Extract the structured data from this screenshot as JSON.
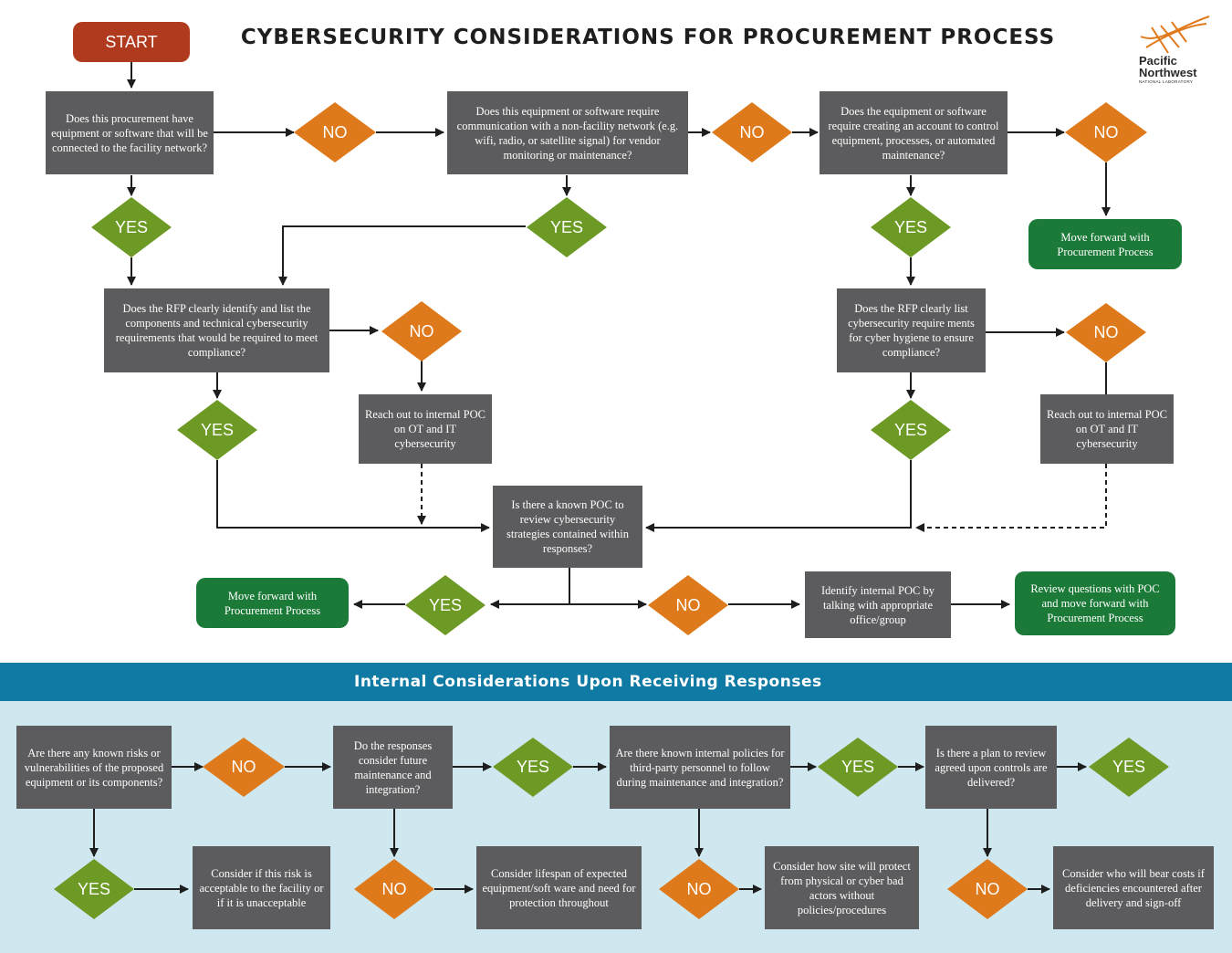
{
  "title": "CYBERSECURITY CONSIDERATIONS FOR PROCUREMENT PROCESS",
  "logo": {
    "line1": "Pacific",
    "line2": "Northwest",
    "line3": "NATIONAL LABORATORY"
  },
  "start": "START",
  "labels": {
    "yes": "YES",
    "no": "NO"
  },
  "q1": "Does this procurement have equipment or software that will be connected to the facility network?",
  "q2": "Does this equipment or software require communication with a non-facility network (e.g. wifi, radio, or satellite signal) for vendor monitoring or maintenance?",
  "q3": "Does the equipment or software require creating an account to control equipment, processes, or automated maintenance?",
  "move_forward": "Move forward with Procurement Process",
  "q4": "Does the RFP clearly identify and list the components and technical cybersecurity requirements that would be required to meet compliance?",
  "q5": "Does the RFP clearly list cybersecurity require ments for cyber hygiene to ensure compliance?",
  "reach_out": "Reach out to internal POC on OT and IT cybersecurity",
  "q6": "Is there a known POC to review cybersecurity strategies contained within responses?",
  "identify_poc": "Identify internal POC by talking with appropriate office/group",
  "review_questions": "Review questions with POC and move forward with Procurement Process",
  "section_title": "Internal Considerations Upon Receiving Responses",
  "l1": "Are there any known risks or vulnerabilities of the proposed equipment or its components?",
  "l2": "Do the responses consider future maintenance and integration?",
  "l3": "Are there known internal policies for third-party personnel to follow during maintenance and integration?",
  "l4": "Is there a plan to review agreed upon controls are delivered?",
  "r1": "Consider if this risk is acceptable to the facility or if it is unacceptable",
  "r2": "Consider lifespan of expected equipment/soft ware and need for protection throughout",
  "r3": "Consider how site will protect from physical or cyber bad actors without policies/procedures",
  "r4": "Consider who will bear costs if deficiencies encountered after delivery and sign-off",
  "colors": {
    "start": "#b03a1e",
    "gray_box": "#5c5b5d",
    "green_box": "#1c7a38",
    "yes": "#6c9a24",
    "no": "#de7a1c",
    "band": "#0f7aa3",
    "lower_bg": "#cfe8ef"
  }
}
